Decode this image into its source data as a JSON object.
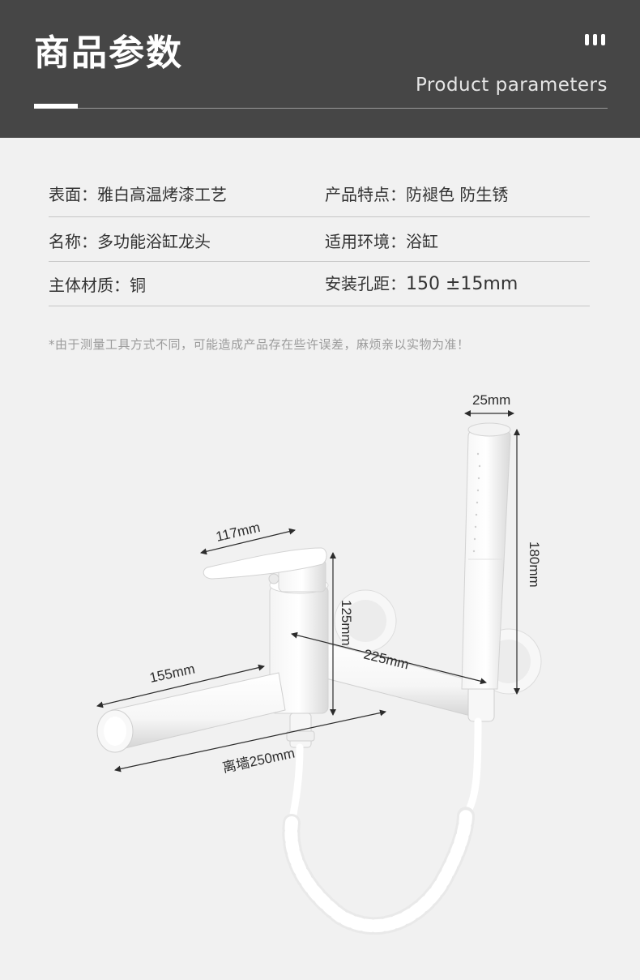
{
  "header": {
    "title": "商品参数",
    "subtitle": "Product parameters"
  },
  "specs": [
    {
      "left_key": "表面：",
      "left_value": "雅白高温烤漆工艺",
      "right_key": "产品特点：",
      "right_value": "防褪色 防生锈"
    },
    {
      "left_key": "名称：",
      "left_value": "多功能浴缸龙头",
      "right_key": "适用环境：",
      "right_value": "浴缸"
    },
    {
      "left_key": "主体材质：",
      "left_value": "铜",
      "right_key": "安装孔距：",
      "right_value": "150 ±15mm"
    }
  ],
  "note": "*由于测量工具方式不同，可能造成产品存在些许误差，麻烦亲以实物为准！",
  "dimensions": {
    "handle_length": "117mm",
    "body_height": "125mm",
    "spout_length": "155mm",
    "arm_length": "225mm",
    "wall_distance": "离墙250mm",
    "shower_head_width": "25mm",
    "shower_head_length": "180mm"
  },
  "colors": {
    "header_bg": "#464646",
    "page_bg": "#f1f1f1",
    "product": "#ffffff"
  }
}
